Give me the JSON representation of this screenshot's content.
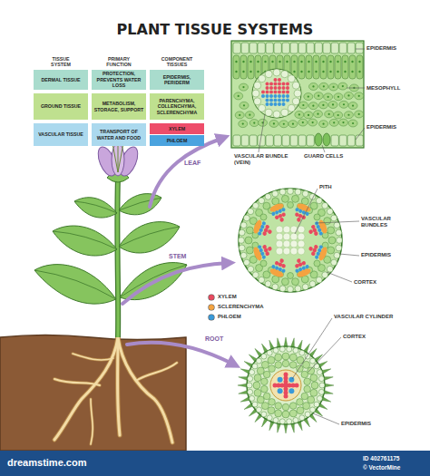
{
  "diagram": {
    "title": "PLANT TISSUE SYSTEMS",
    "nodes": [
      {
        "text": [
          "DERMAL TISSUE"
        ]
      },
      {
        "text": [
          "PROTECTION, PREVENTS WATER LOSS"
        ]
      },
      {
        "text": [
          "EPIDERMIS, PERIDERM"
        ]
      },
      {
        "text": [
          "GROUND TISSUE"
        ]
      },
      {
        "text": [
          "METABOLISM, STORAGE, SUPPORT"
        ]
      },
      {
        "text": [
          "PARENCHYMA, COLLENCHYMA, SCLERENCHYMA"
        ]
      },
      {
        "text": [
          "VASCULAR TISSUE"
        ]
      },
      {
        "text": [
          "TRANSPORT OF WATER AND FOOD"
        ]
      },
      {
        "text": [
          "XYLEM"
        ]
      },
      {
        "text": [
          "PHLOEM"
        ]
      }
    ],
    "labels": [
      "TISSUE SYSTEM",
      "PRIMARY FUNCTION",
      "COMPONENT TISSUES",
      "EPIDERMIS",
      "MESOPHYLL",
      "EPIDERMIS",
      "VASCULAR BUNDLE (VEIN)",
      "GUARD CELLS",
      "LEAF",
      "PITH",
      "VASCULAR BUNDLES",
      "EPIDERMIS",
      "CORTEX",
      "STEM",
      "VASCULAR CYLINDER",
      "CORTEX",
      "ROOT",
      "EPIDERMIS",
      "dreamstime.com",
      "ID 402761175",
      "© VectorMine"
    ],
    "legend": [
      {
        "text": "XYLEM",
        "color": "#e84a5f"
      },
      {
        "text": "SCLERENCHYMA",
        "color": "#f4a340"
      },
      {
        "text": "PHLOEM",
        "color": "#3a9ad9"
      }
    ]
  }
}
